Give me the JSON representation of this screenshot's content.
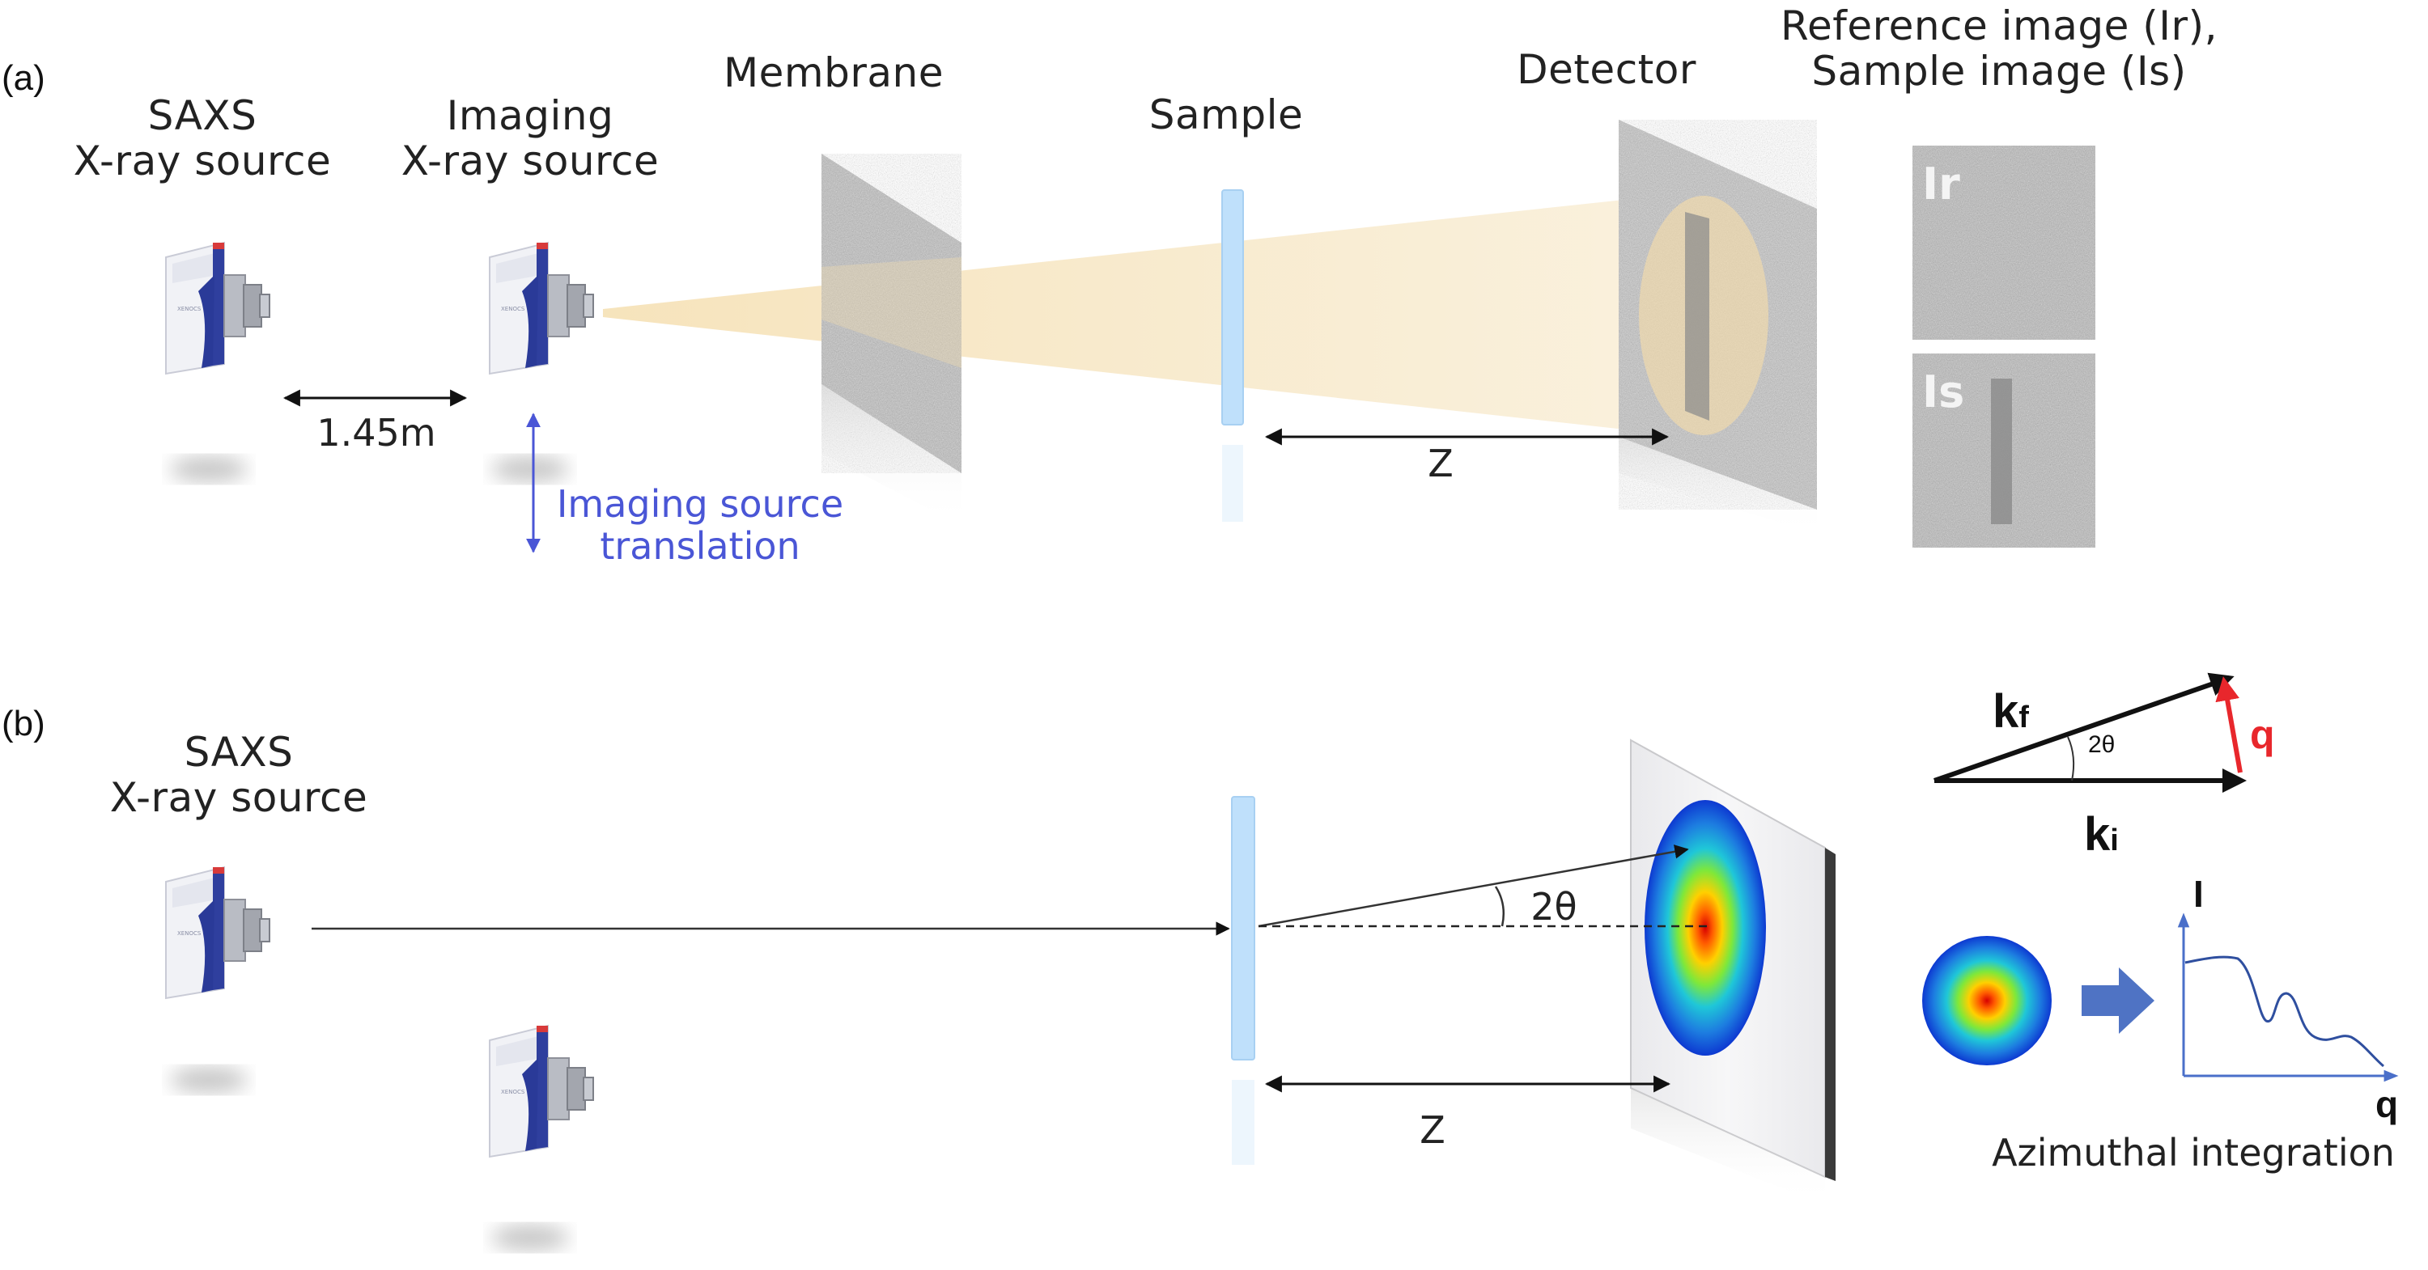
{
  "panel_a": {
    "tag": "(a)",
    "saxs_source": {
      "line1": "SAXS",
      "line2": "X-ray source"
    },
    "imaging_source": {
      "line1": "Imaging",
      "line2": "X-ray source"
    },
    "membrane": "Membrane",
    "sample": "Sample",
    "detector": "Detector",
    "images_title_line1": "Reference image (Ir),",
    "images_title_line2": "Sample image (Is)",
    "ref_image_tag": "Ir",
    "sample_image_tag": "Is",
    "distance_sources": "1.45m",
    "translation_line1": "Imaging source",
    "translation_line2": "translation",
    "z_label": "Z"
  },
  "panel_b": {
    "tag": "(b)",
    "saxs_source": {
      "line1": "SAXS",
      "line2": "X-ray source"
    },
    "angle_label": "2θ",
    "z_label": "Z",
    "kf": "k",
    "kf_sub": "f",
    "ki": "k",
    "ki_sub": "i",
    "q": "q",
    "vector_angle": "2θ",
    "plot_y": "I",
    "plot_x": "q",
    "azimuthal": "Azimuthal integration"
  },
  "colors": {
    "beam": "#f6e6c4",
    "sample": "#bfe0fb",
    "source_blue": "#2f3f9e",
    "label_blue": "#4a56d6",
    "q_vector": "#e8272c",
    "block_arrow": "#4f73c4",
    "plot_axis": "#4a6fc9"
  }
}
